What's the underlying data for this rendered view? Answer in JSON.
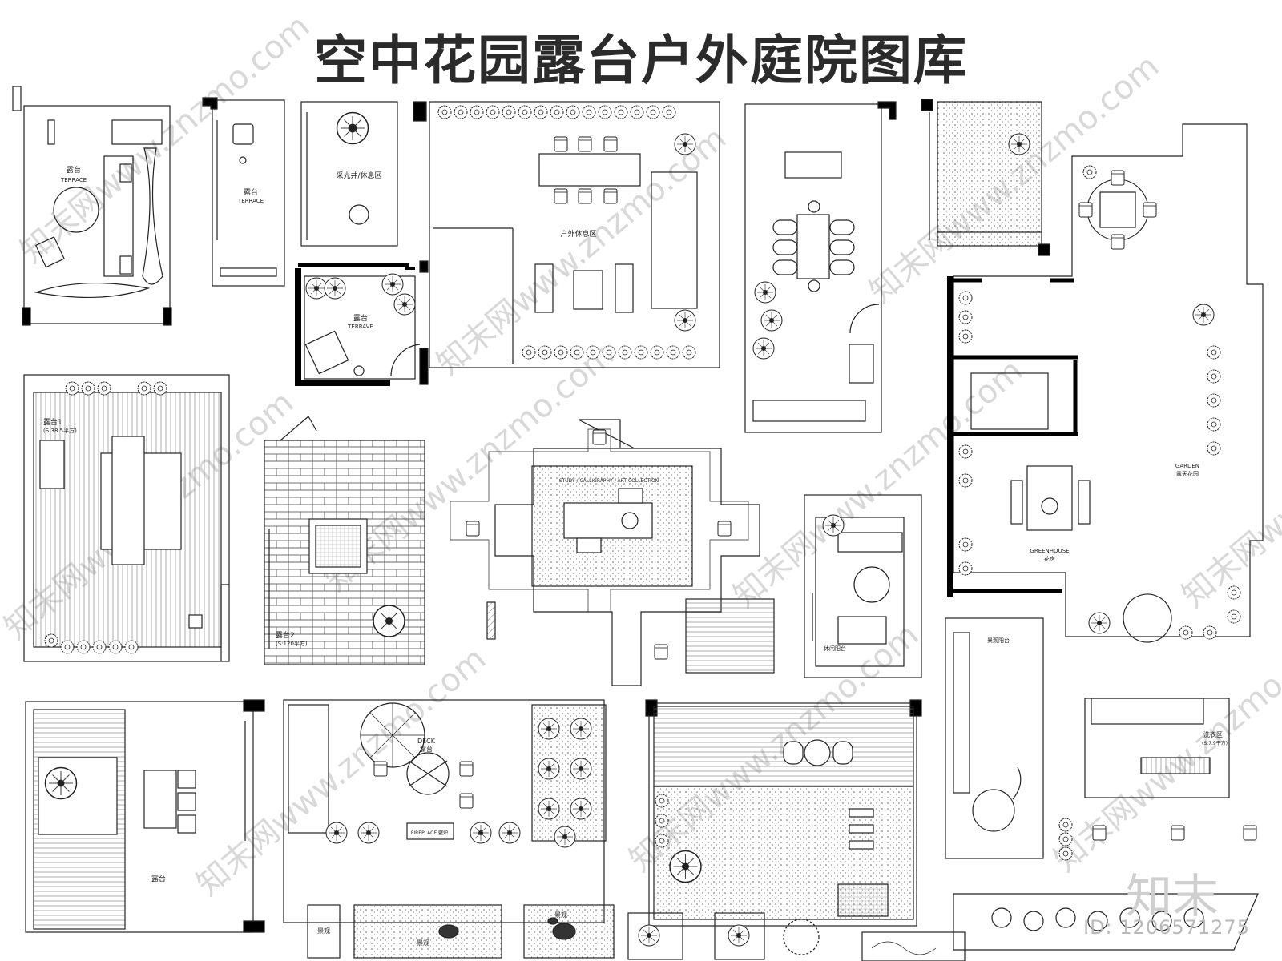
{
  "title": "空中花园露台户外庭院图库",
  "plans": {
    "p1": {
      "label": "露台",
      "sub": "TERRACE"
    },
    "p2": {
      "label": "露台",
      "sub": "TERRACE"
    },
    "p3": {
      "label": "采光井/休息区"
    },
    "p4": {
      "label": "户外休息区"
    },
    "p5": {
      "label": "露台",
      "sub": "TERRAVE"
    },
    "p6": {
      "label": "露台1",
      "area": "(S:38.5平方)"
    },
    "p7": {
      "label": "露台2",
      "area": "(S:120平方)"
    },
    "p8": {
      "label": "STUDY / CALLIGRAPHY / ART COLLECTION"
    },
    "p9": {
      "label": "休闲阳台"
    },
    "p10": {
      "label_en": "GREENHOUSE",
      "label": "花房"
    },
    "p11": {
      "label_en": "GARDEN",
      "label": "露天花园"
    },
    "p12": {
      "label": "景观阳台"
    },
    "p13": {
      "label": "洗衣区",
      "area": "(S:7.9平方)"
    },
    "p14": {
      "label": "露台"
    },
    "p15": {
      "label_en": "DECK",
      "label": "露台",
      "fireplace": "FIREPLACE 壁炉"
    },
    "p16": {
      "label": "景观"
    },
    "p17": {
      "label": "景观"
    },
    "p18": {
      "label": "景观"
    }
  },
  "brand": "知末",
  "id_text": "ID: 1206571275",
  "colors": {
    "line": "#222222",
    "wall": "#000000",
    "hatch": "#999999",
    "watermark": "#d0d0d0"
  }
}
